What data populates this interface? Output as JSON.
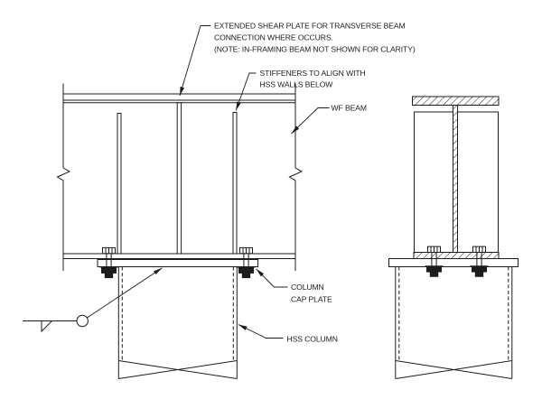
{
  "colors": {
    "line": "#1c1c1c",
    "background": "#ffffff"
  },
  "annotations": {
    "extended_shear_plate": {
      "lines": [
        "EXTENDED SHEAR PLATE FOR TRANSVERSE BEAM",
        "CONNECTION WHERE OCCURS.",
        "(NOTE: IN-FRAMING BEAM NOT SHOWN FOR CLARITY)"
      ]
    },
    "stiffeners": {
      "lines": [
        "STIFFENERS TO ALIGN WITH",
        "HSS WALLS BELOW"
      ]
    },
    "wf_beam": {
      "label": "WF BEAM"
    },
    "column_cap_plate": {
      "lines": [
        "COLUMN",
        "CAP PLATE"
      ]
    },
    "hss_column": {
      "label": "HSS COLUMN"
    }
  }
}
